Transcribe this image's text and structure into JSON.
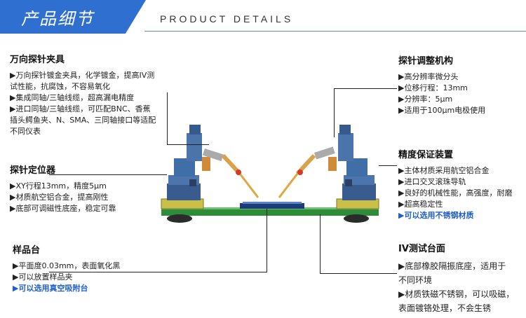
{
  "header": {
    "title": "产品细节",
    "subtitle": "PRODUCT DETAILS"
  },
  "sections": {
    "probe_holder": {
      "title": "万向探针夹具",
      "items": [
        "▶万向探针镀金夹具，化学镀金，提高IV测\n试性能，抗腐蚀，不容易氧化",
        "▶集成同轴/三轴线缆，超高漏电精度",
        "▶进口同轴/三轴线缆，可匹配BNC、香蕉\n插头鳄鱼夹、N、SMA、三同轴接口等适配\n不同仪表"
      ]
    },
    "probe_positioner": {
      "title": "探针定位器",
      "items": [
        "▶XY行程13mm，精度5μm",
        "▶材质航空铝合金，提高刚性",
        "▶底部可调磁性底座，稳定可靠"
      ]
    },
    "sample_stage": {
      "title": "样品台",
      "items": [
        "▶平面度0.03mm，表面氧化黑",
        "▶可以放置样品夹"
      ],
      "highlight": "▶可以选用真空吸附台"
    },
    "probe_adjust": {
      "title": "探针调整机构",
      "items": [
        "▶高分辨率微分头",
        "▶位移行程：13mm",
        "▶分辨率：5μm",
        "▶适用于100μm电极使用"
      ]
    },
    "precision": {
      "title": "精度保证装置",
      "items": [
        "▶主体材质采用航空铝合金",
        "▶进口交叉滚珠导轨",
        "▶良好的机械性能，高强度，耐磨",
        "▶超高稳定性"
      ],
      "highlight": "▶可以选用不锈钢材质"
    },
    "iv_platform": {
      "title": "IV测试台面",
      "items": [
        "▶底部橡胶隔振底座，适用于\n不同环境",
        "▶材质铁磁不锈钢，可以吸磁，\n表面镀铬处理，不会生锈"
      ]
    }
  },
  "colors": {
    "accent": "#2f6fd0",
    "highlight_text": "#1f5fc8",
    "platform_green": "#2f8a3a",
    "stage_blue": "#3f6fa6"
  }
}
